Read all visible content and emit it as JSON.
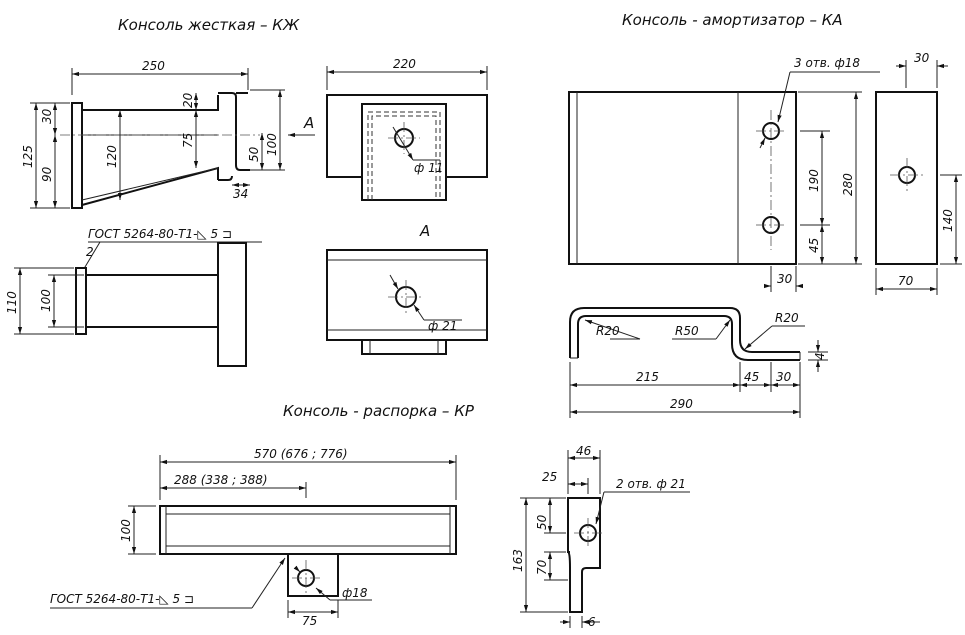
{
  "titles": {
    "kzh": "Консоль жесткая – КЖ",
    "ka": "Консоль - амортизатор – КА",
    "kr": "Консоль - распорка – КР"
  },
  "kzh": {
    "d250": "250",
    "d30": "30",
    "d20": "20",
    "d125": "125",
    "d90": "90",
    "d120": "120",
    "d75": "75",
    "d50": "50",
    "d100": "100",
    "d34": "34",
    "view_arrow": "А",
    "d220": "220",
    "hole11": "ф 11",
    "weld": "ГОСТ 5264-80-Т1-◺ 5 ⊐",
    "mark2": "2",
    "d110": "110",
    "d100b": "100",
    "view_a": "А",
    "hole21": "ф 21"
  },
  "ka": {
    "holes": "3 отв. ф18",
    "d30top": "30",
    "d190": "190",
    "d280": "280",
    "d45": "45",
    "d30bot": "30",
    "d140": "140",
    "d70": "70",
    "r20a": "R20",
    "r50": "R50",
    "r20b": "R20",
    "d4": "4",
    "d215": "215",
    "d45b": "45",
    "d30b": "30",
    "d290": "290"
  },
  "kr": {
    "d570": "570 (676 ; 776)",
    "d288": "288 (338 ; 388)",
    "d100": "100",
    "weld": "ГОСТ 5264-80-Т1-◺ 5 ⊐",
    "d75": "75",
    "hole18": "ф18",
    "d46": "46",
    "d25": "25",
    "holes21": "2 отв. ф 21",
    "d50": "50",
    "d163": "163",
    "d70": "70",
    "d6": "6"
  }
}
